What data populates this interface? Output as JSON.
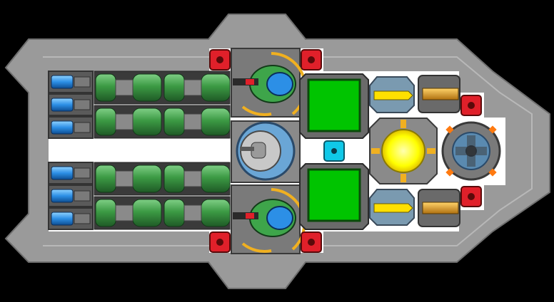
{
  "scene": {
    "colors": {
      "background": "#000000",
      "hull": "#9a9a9a",
      "hull_dark": "#5a5a5a",
      "panel_dark": "#3a3a3a",
      "floor": "#ffffff",
      "green_screen": "#00c400",
      "green_fuel": "#3c9a44",
      "blue_thruster": "#2c8fe6",
      "red_light": "#e0202a",
      "cyan_core": "#10c8e8",
      "yellow_core": "#ffff00",
      "gold_ring": "#f0b020",
      "orange_bolt": "#ff7a10"
    },
    "thruster_count": 6,
    "fuel_tank_rows": 4,
    "weapon_turret_count": 2,
    "console_count": 2,
    "warning_light_count": 6
  }
}
